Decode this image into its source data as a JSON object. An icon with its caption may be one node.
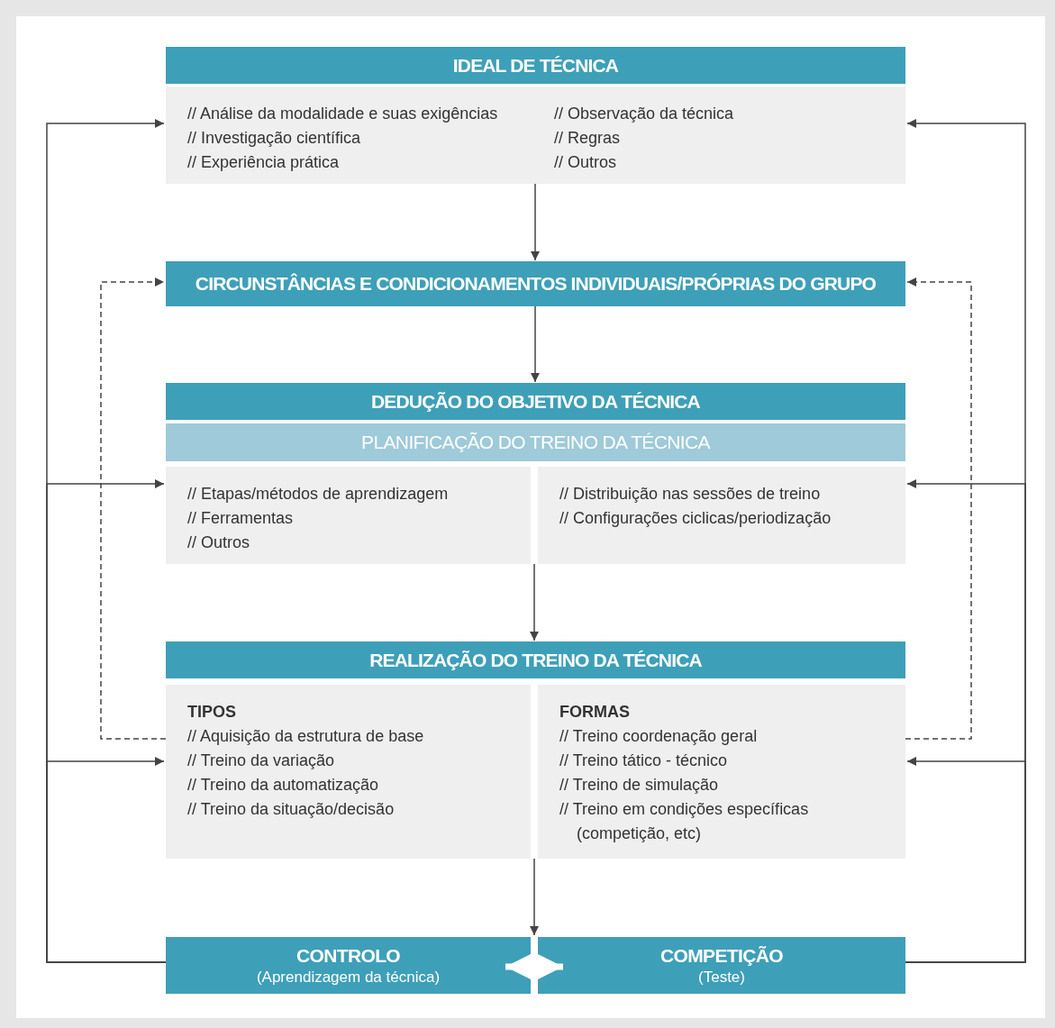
{
  "diagram": {
    "nodes": [
      {
        "text": [
          "IDEAL DE TÉCNICA"
        ]
      },
      {
        "text": [
          "// Análise da modalidade e suas exigências",
          "// Investigação científica",
          "// Experiência prática",
          "// Observação da técnica",
          "// Regras",
          "// Outros"
        ]
      },
      {
        "text": [
          "CIRCUNSTÂNCIAS E CONDICIONAMENTOS INDIVIDUAIS/PRÓPRIAS DO GRUPO"
        ]
      },
      {
        "text": [
          "DEDUÇÃO DO OBJETIVO DA TÉCNICA"
        ]
      },
      {
        "text": [
          "PLANIFICAÇÃO DO TREINO DA TÉCNICA"
        ]
      },
      {
        "text": [
          "// Etapas/métodos de aprendizagem",
          "// Ferramentas",
          "// Outros"
        ]
      },
      {
        "text": [
          "// Distribuição nas sessões de treino",
          "// Configurações ciclicas/periodização"
        ]
      },
      {
        "text": [
          "REALIZAÇÃO DO TREINO DA TÉCNICA"
        ]
      },
      {
        "text": [
          "TIPOS",
          "// Aquisição da estrutura de base",
          "// Treino da variação",
          "// Treino da automatização",
          "// Treino da situação/decisão"
        ]
      },
      {
        "text": [
          "FORMAS",
          "// Treino coordenação geral",
          "// Treino tático - técnico",
          "// Treino de simulação",
          "// Treino em condições específicas (competição, etc)"
        ]
      },
      {
        "text": [
          "CONTROLO",
          "(Aprendizagem da técnica)"
        ]
      },
      {
        "text": [
          "COMPETIÇÃO",
          "(Teste)"
        ]
      }
    ],
    "edges": [
      {
        "from": 1,
        "to": 2,
        "arrow": "to"
      },
      {
        "from": 2,
        "to": 3,
        "arrow": "to"
      },
      {
        "from": 5,
        "to": 7,
        "arrow": "to"
      },
      {
        "from": 8,
        "to": 10,
        "arrow": "to"
      },
      {
        "from": 10,
        "to": 11,
        "arrow": "both",
        "color": "#ffffff",
        "style": "thick"
      },
      {
        "from": 10,
        "to": 1,
        "arrow": "to"
      },
      {
        "from": 10,
        "to": 5,
        "arrow": "to"
      },
      {
        "from": 10,
        "to": 8,
        "arrow": "to"
      },
      {
        "from": 11,
        "to": 1,
        "arrow": "to"
      },
      {
        "from": 11,
        "to": 6,
        "arrow": "to"
      },
      {
        "from": 11,
        "to": 9,
        "arrow": "to"
      },
      {
        "from": 8,
        "to": 2,
        "arrow": "to",
        "style": "dashed"
      },
      {
        "from": 9,
        "to": 2,
        "arrow": "to",
        "style": "dashed"
      }
    ]
  }
}
